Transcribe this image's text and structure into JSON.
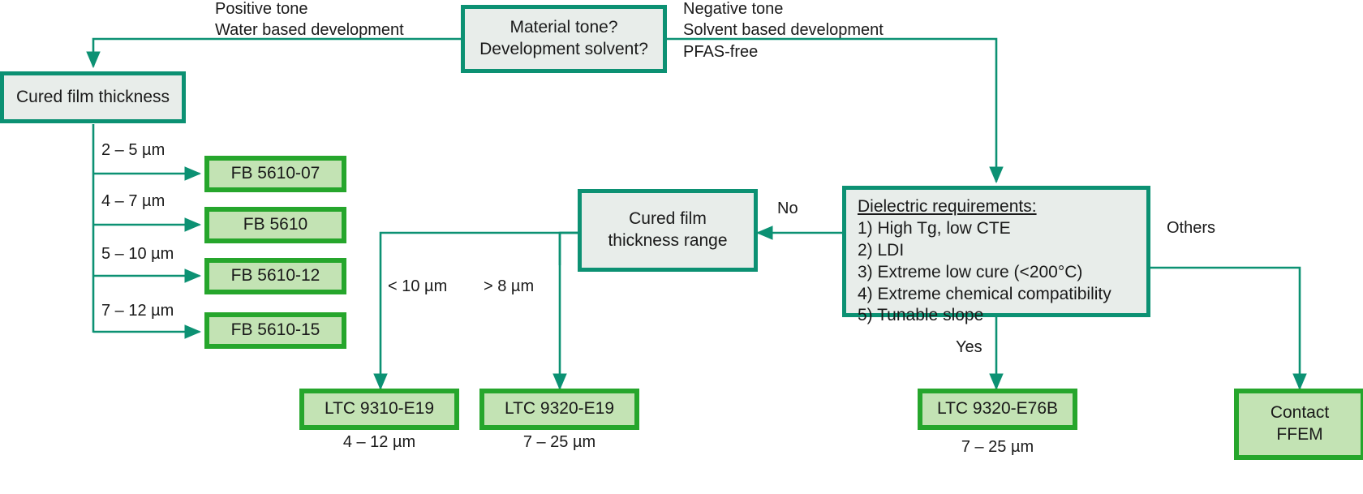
{
  "diagram": {
    "title": "Photodielectric material selection flowchart",
    "colors": {
      "teal_border": "#0c9173",
      "teal_fill": "#e8edea",
      "green_border": "#26a62c",
      "green_fill": "#c3e3b4",
      "line": "#0c9173",
      "text": "#1a1a1a",
      "background": "#ffffff"
    }
  },
  "nodes": {
    "material_tone": "Material tone?\nDevelopment solvent?",
    "cured_film_thickness": "Cured film thickness",
    "fb_5610_07": "FB 5610-07",
    "fb_5610": "FB 5610",
    "fb_5610_12": "FB 5610-12",
    "fb_5610_15": "FB 5610-15",
    "cured_film_thickness_range": "Cured film thickness range",
    "dielectric_requirements": {
      "header": "Dielectric requirements:",
      "items": [
        "1) High Tg, low CTE",
        "2) LDI",
        "3) Extreme low cure (<200°C)",
        "4) Extreme chemical compatibility",
        "5) Tunable slope"
      ]
    },
    "ltc_9310_e19": "LTC 9310-E19",
    "ltc_9320_e19": "LTC 9320-E19",
    "ltc_9320_e76b": "LTC 9320-E76B",
    "contact_ffem": "Contact\nFFEM"
  },
  "edge_labels": {
    "positive_branch": "Positive tone\nWater based development",
    "negative_branch": "Negative tone\nSolvent based development\nPFAS-free",
    "thk_2_5": "2 – 5 µm",
    "thk_4_7": "4 – 7 µm",
    "thk_5_10": "5 – 10 µm",
    "thk_7_12": "7 – 12 µm",
    "lt_10": "< 10 µm",
    "gt_8": "> 8 µm",
    "no": "No",
    "yes": "Yes",
    "others": "Others"
  },
  "captions": {
    "ltc_9310_e19_range": "4 – 12 µm",
    "ltc_9320_e19_range": "7 – 25 µm",
    "ltc_9320_e76b_range": "7 – 25 µm"
  }
}
